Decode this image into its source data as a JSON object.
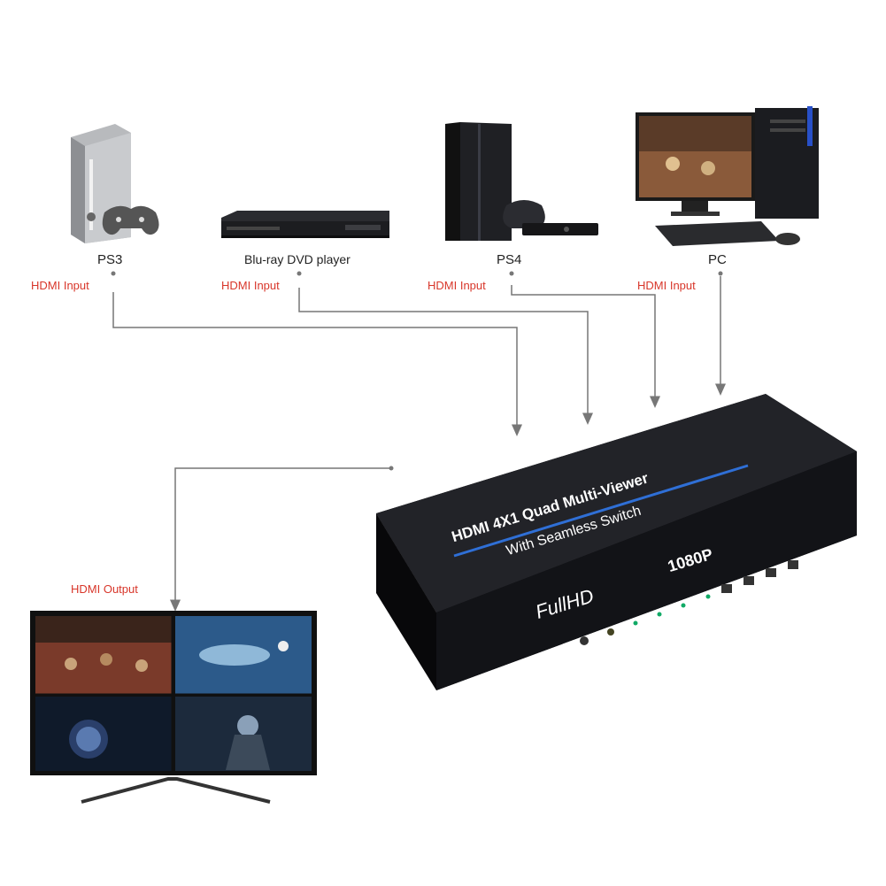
{
  "sources": [
    {
      "name": "PS3",
      "port_label": "HDMI Input"
    },
    {
      "name": "Blu-ray DVD player",
      "port_label": "HDMI Input"
    },
    {
      "name": "PS4",
      "port_label": "HDMI Input"
    },
    {
      "name": "PC",
      "port_label": "HDMI Input"
    }
  ],
  "output": {
    "port_label": "HDMI Output"
  },
  "device": {
    "title": "HDMI 4X1 Quad Multi-Viewer",
    "subtitle": "With Seamless Switch",
    "fullhd_logo": "FullHD",
    "resolution": "1080P"
  },
  "colors": {
    "label_red": "#d8362a",
    "device_body": "#17181c",
    "accent_blue": "#2f6fd6",
    "connector_line": "#777777"
  }
}
